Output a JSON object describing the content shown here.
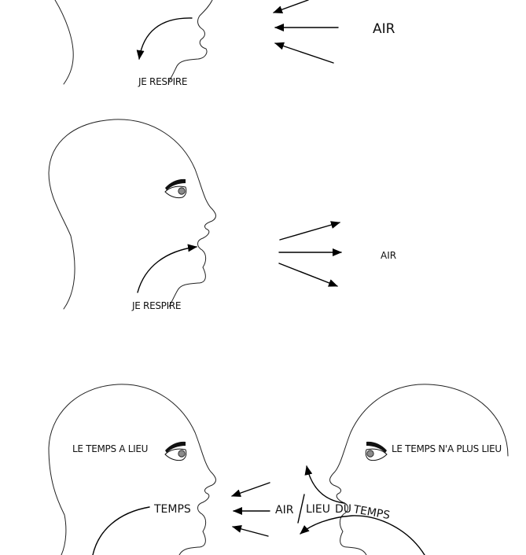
{
  "labels": {
    "air_top": "AIR",
    "respire_top": "JE RESPIRE",
    "air_mid": "AIR",
    "respire_mid": "JE RESPIRE",
    "temps_a_lieu": "LE TEMPS A LIEU",
    "temps_na_plus_lieu": "LE TEMPS N'A PLUS  LIEU",
    "temps": "TEMPS",
    "air_bottom": "AIR",
    "lieu": "LIEU",
    "du": "DU",
    "temps_curved": "TEMPS"
  }
}
